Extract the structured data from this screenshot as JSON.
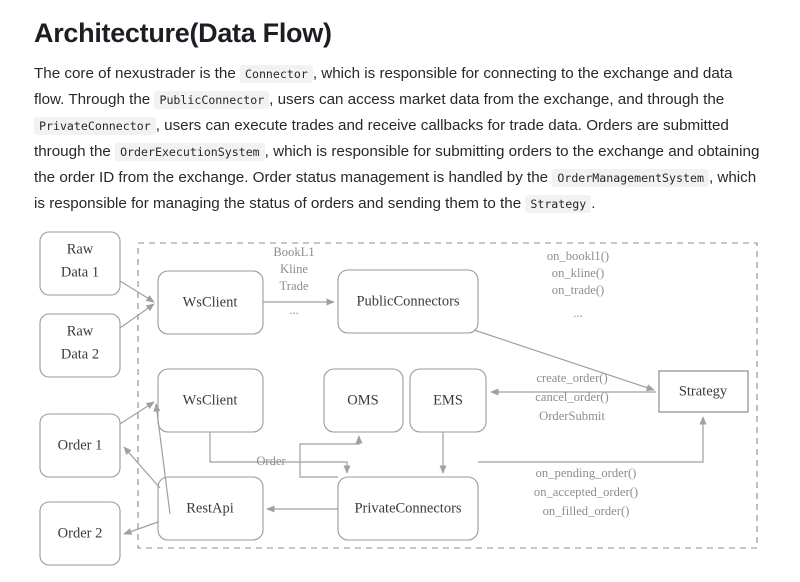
{
  "page": {
    "title": "Architecture(Data Flow)"
  },
  "intro": {
    "seg1": "The core of nexustrader is the ",
    "code1": "Connector",
    "seg2": ", which is responsible for connecting to the exchange and data flow. Through the ",
    "code2": "PublicConnector",
    "seg3": ", users can access market data from the exchange, and through the ",
    "code3": "PrivateConnector",
    "seg4": ", users can execute trades and receive callbacks for trade data. Orders are submitted through the ",
    "code4": "OrderExecutionSystem",
    "seg5": ", which is responsible for submitting orders to the exchange and obtaining the order ID from the exchange. Order status management is handled by the ",
    "code5": "OrderManagementSystem",
    "seg6": ", which is responsible for managing the status of orders and sending them to the ",
    "code6": "Strategy",
    "seg7": "."
  },
  "diagram": {
    "nodes": {
      "raw_data_1_line1": "Raw",
      "raw_data_1_line2": "Data 1",
      "raw_data_2_line1": "Raw",
      "raw_data_2_line2": "Data 2",
      "order_1": "Order 1",
      "order_2": "Order 2",
      "ws_client_top": "WsClient",
      "ws_client_bottom": "WsClient",
      "rest_api": "RestApi",
      "public_connectors": "PublicConnectors",
      "private_connectors": "PrivateConnectors",
      "oms": "OMS",
      "ems": "EMS",
      "strategy": "Strategy"
    },
    "edge_labels": {
      "market_data_1": "BookL1",
      "market_data_2": "Kline",
      "market_data_3": "Trade",
      "market_data_4": "...",
      "callbacks_1": "on_bookl1()",
      "callbacks_2": "on_kline()",
      "callbacks_3": "on_trade()",
      "callbacks_4": "...",
      "order_api_1": "create_order()",
      "order_api_2": "cancel_order()",
      "order_api_3": "OrderSubmit",
      "order": "Order",
      "order_cb_1": "on_pending_order()",
      "order_cb_2": "on_accepted_order()",
      "order_cb_3": "on_filled_order()"
    },
    "colors": {
      "node_stroke": "#9a9a9a",
      "line": "#a0a0a0",
      "label": "#8d8d8d",
      "zone_border": "#8c8c8c",
      "text": "#3a3a3a"
    }
  }
}
